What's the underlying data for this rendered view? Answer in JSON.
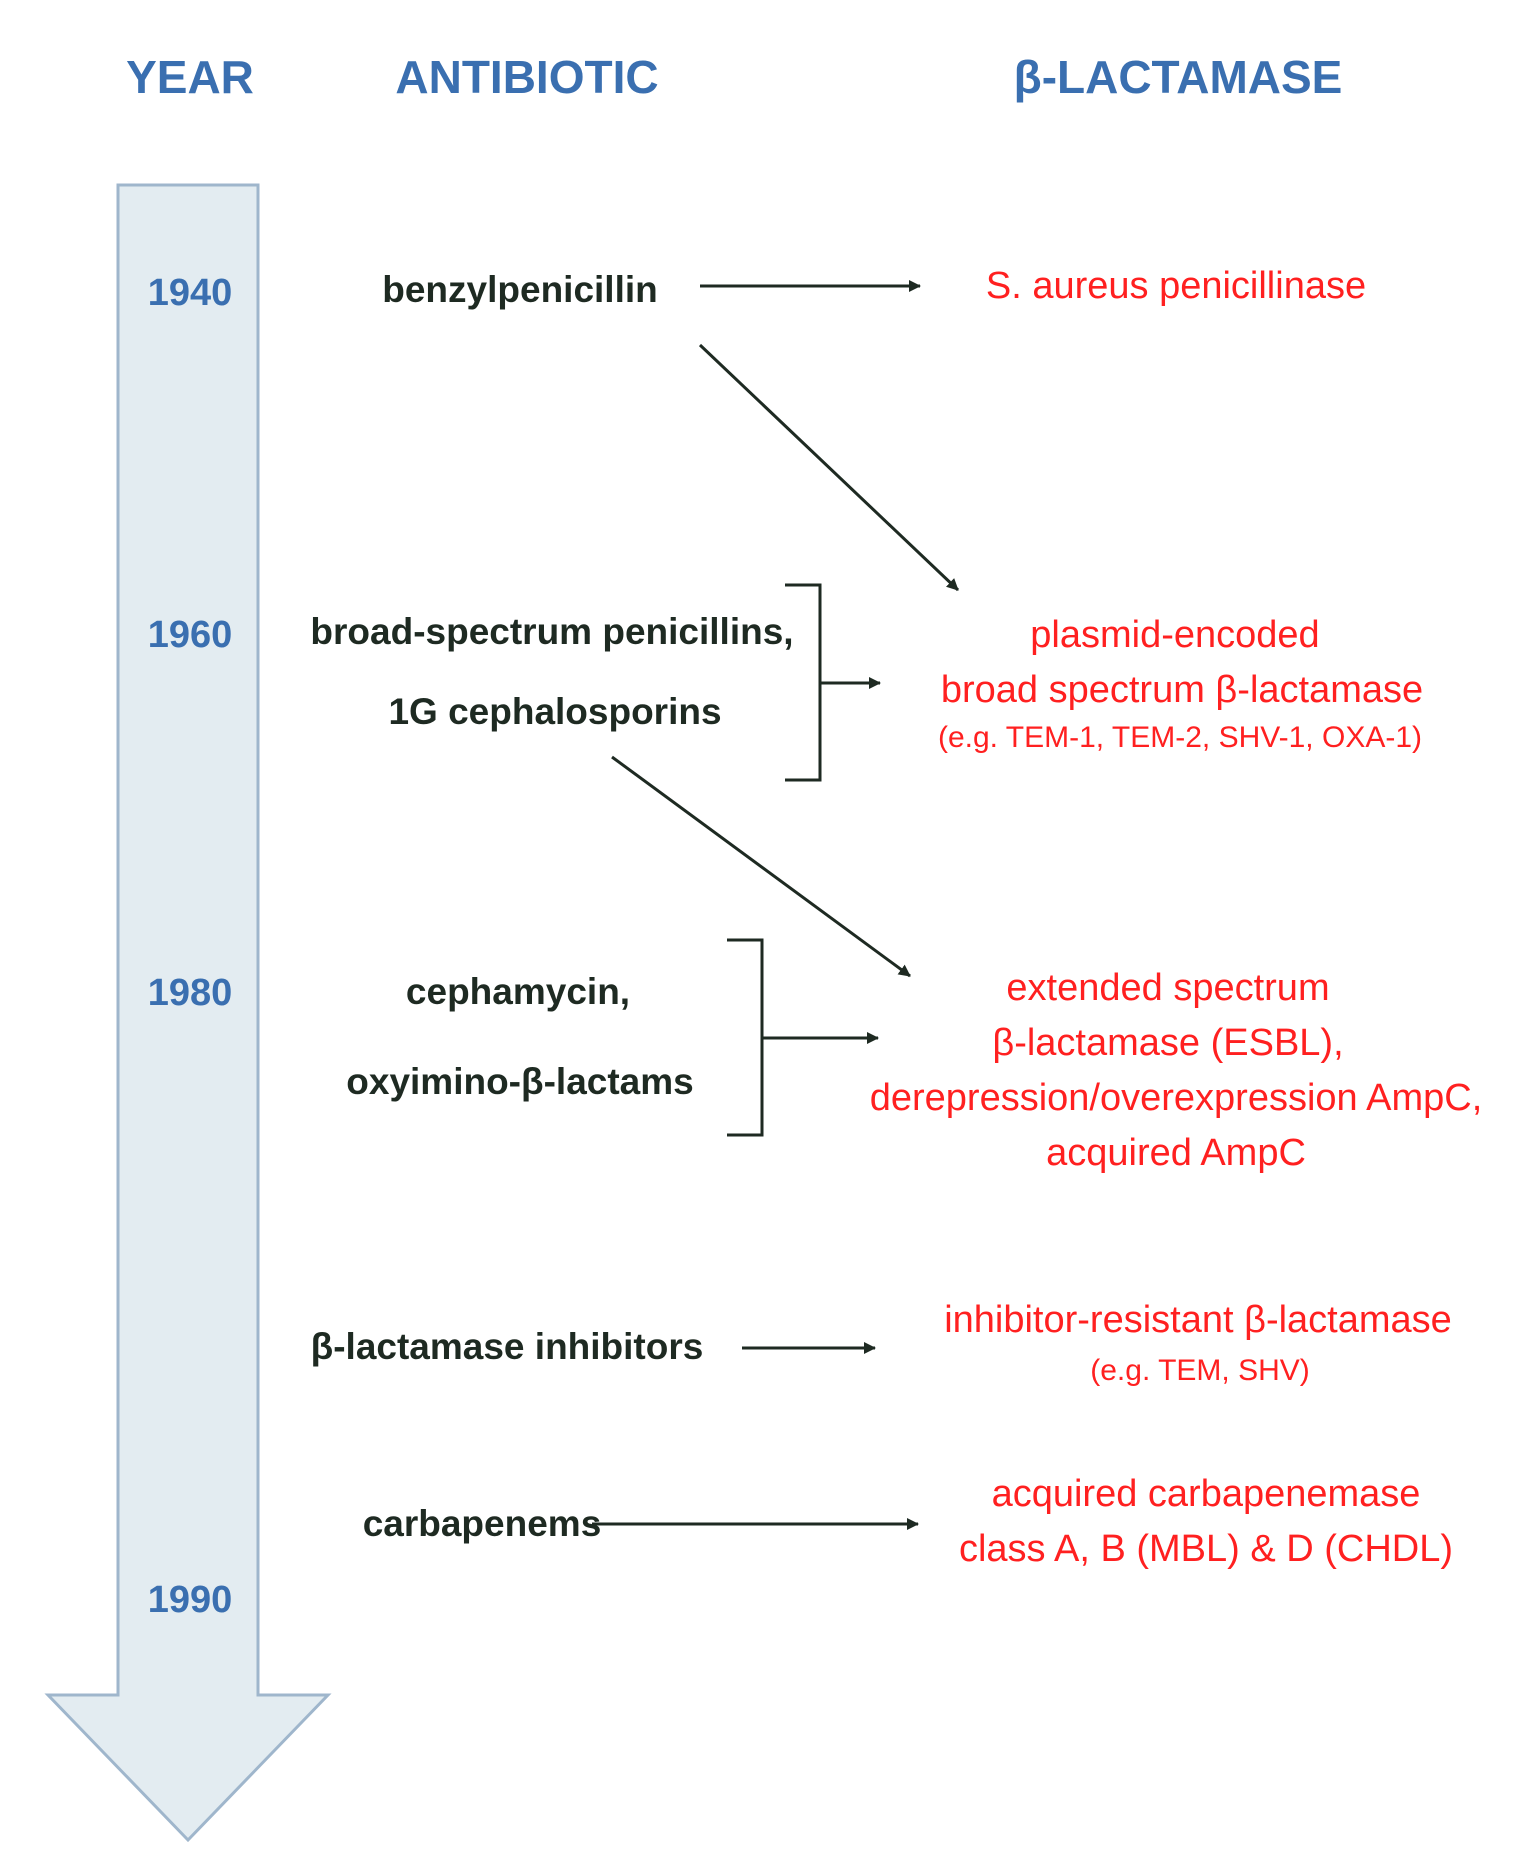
{
  "headers": {
    "year": "YEAR",
    "antibiotic": "ANTIBIOTIC",
    "beta_lactamase": "β-LACTAMASE"
  },
  "years": [
    "1940",
    "1960",
    "1980",
    "1990"
  ],
  "antibiotics": {
    "benzylpenicillin": "benzylpenicillin",
    "broad_spectrum": [
      "broad-spectrum penicillins,",
      "1G cephalosporins"
    ],
    "cephamycin": [
      "cephamycin,",
      "oxyimino-β-lactams"
    ],
    "inhibitors": "β-lactamase inhibitors",
    "carbapenems": "carbapenems"
  },
  "enzymes": {
    "penicillinase": "S. aureus penicillinase",
    "broad": [
      "plasmid-encoded",
      "broad spectrum β-lactamase",
      "(e.g. TEM-1, TEM-2, SHV-1, OXA-1)"
    ],
    "esbl": [
      "extended spectrum",
      "β-lactamase (ESBL),",
      "derepression/overexpression AmpC,",
      "acquired AmpC"
    ],
    "inhibitor_resistant": [
      "inhibitor-resistant β-lactamase",
      "(e.g. TEM, SHV)"
    ],
    "carbapenemase": [
      "acquired carbapenemase",
      "class A, B (MBL) & D (CHDL)"
    ]
  },
  "colors": {
    "header_blue": "#3a6fb0",
    "antibiotic_text": "#1e2a22",
    "enzyme_red": "#ff2020",
    "timeline_fill": "#e3ecf1",
    "timeline_stroke": "#9fb6cc"
  }
}
